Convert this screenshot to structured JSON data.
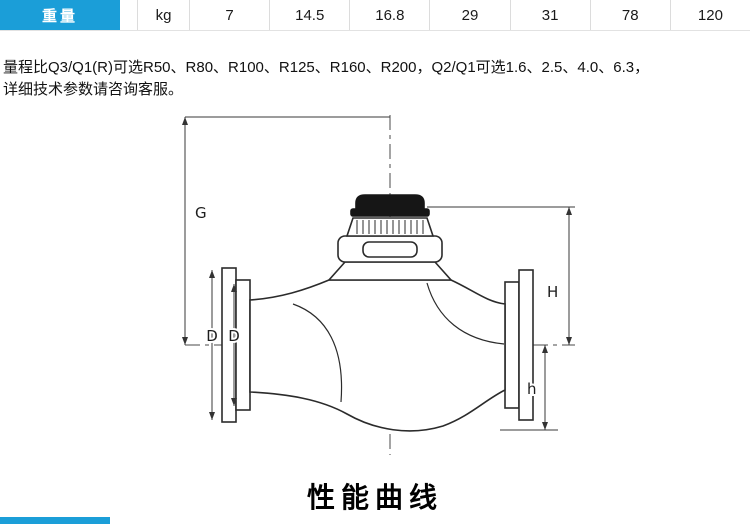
{
  "table": {
    "row_label": "重量",
    "cells": [
      "kg",
      "7",
      "14.5",
      "16.8",
      "29",
      "31",
      "78",
      "120"
    ]
  },
  "paragraph": {
    "line1": "量程比Q3/Q1(R)可选R50、R80、R100、R125、R160、R200，Q2/Q1可选1.6、2.5、4.0、6.3，",
    "line2": "详细技术参数请咨询客服。"
  },
  "diagram": {
    "labels": {
      "g": "G",
      "h_total": "H",
      "d_outer": "D",
      "d_inner": "D",
      "h_outlet": "h"
    }
  },
  "section_title": "性能曲线",
  "colors": {
    "header_blue": "#1b9ed8",
    "table_border": "#dcdcdc",
    "line_color": "#2b2b2b"
  }
}
